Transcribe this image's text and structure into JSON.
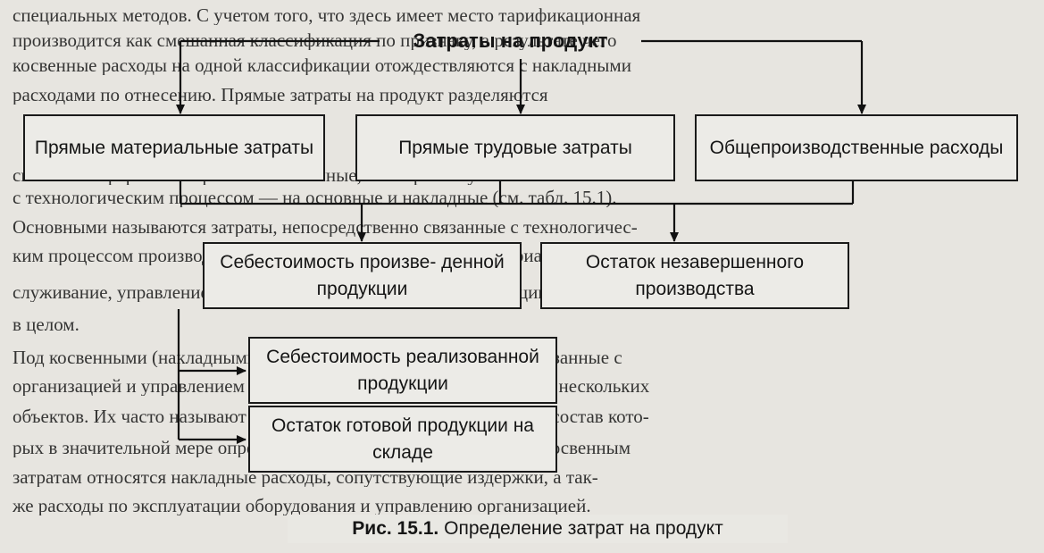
{
  "diagram": {
    "title": "Затраты на продукт",
    "nodes": {
      "direct_materials": "Прямые материальные затраты",
      "direct_labor": "Прямые трудовые затраты",
      "overhead": "Общепроизводственные расходы",
      "cost_of_goods_manufactured": "Себестоимость произве- денной продукции",
      "work_in_process": "Остаток незавершенного производства",
      "cost_of_goods_sold": "Себестоимость реализованной продукции",
      "finished_goods": "Остаток готовой продукции на складе"
    },
    "caption_label": "Рис. 15.1.",
    "caption_text": "Определение затрат на продукт"
  },
  "background_text": [
    "специальных методов. С учетом того, что здесь имеет место тарификационная",
    "производится как смешанная классификация по признаку, а результате чего",
    "косвенные расходы на одной классификации отождествляются с накладными",
    "расходами по отнесению. Прямые затраты на продукт разделяются",
    "сквозной иерархии на прямые и косвенные, а по признаку соотношения",
    "с технологическим процессом — на основные и накладные (см. табл. 15.1).",
    "Основными называются затраты, непосредственно связанные с технологичес-",
    "ким процессом производства: основная заработная плата, материалы, об-",
    "служивание, управление производством и хозяйством организации",
    "в целом.",
    "Под косвенными (накладными) затратами понимаются затраты, связанные с",
    "организацией и управлением производством, относящиеся к работе нескольких",
    "объектов. Их часто называют общепроизводственными расходами, состав кото-",
    "рых в значительной мере определяется отраслевой спецификой, к косвенным",
    "затратам относятся накладные расходы, сопутствующие издержки, а так-",
    "же расходы по эксплуатации оборудования и управлению организацией."
  ]
}
